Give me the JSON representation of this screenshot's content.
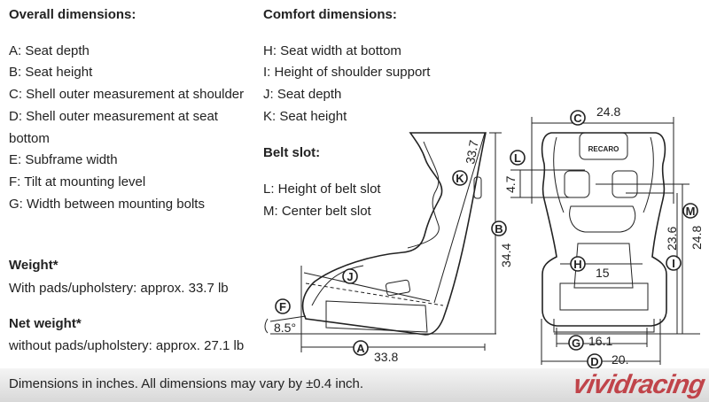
{
  "overall": {
    "heading": "Overall dimensions:",
    "items": [
      "A: Seat depth",
      "B: Seat height",
      "C: Shell outer measurement at shoulder",
      "D: Shell outer measurement at seat",
      "bottom",
      "E: Subframe width",
      "F: Tilt at mounting level",
      "G: Width between mounting bolts"
    ]
  },
  "comfort": {
    "heading": "Comfort dimensions:",
    "items": [
      "H: Seat width at bottom",
      "I: Height of shoulder support",
      "J: Seat depth",
      "K: Seat height"
    ]
  },
  "belt_slot": {
    "heading": "Belt slot:",
    "items": [
      "L: Height of belt slot",
      "M: Center belt slot"
    ]
  },
  "weight": {
    "heading": "Weight*",
    "text": "With pads/upholstery: approx. 33.7 lb"
  },
  "net_weight": {
    "heading": "Net weight*",
    "text": "without pads/upholstery: approx. 27.1 lb"
  },
  "diagram": {
    "seat_logo": "RECARO",
    "labels": {
      "A": "A",
      "B": "B",
      "C": "C",
      "D": "D",
      "F": "F",
      "G": "G",
      "H": "H",
      "I": "I",
      "J": "J",
      "K": "K",
      "L": "L",
      "M": "M"
    },
    "values": {
      "A": "33.8",
      "B": "34.4",
      "K": "33.7",
      "F": "8.5°",
      "C": "24.8",
      "L": "4.7",
      "H": "15",
      "I": "23.6",
      "M": "24.8",
      "G": "16.1",
      "D": "20."
    }
  },
  "footer": {
    "note": "Dimensions in inches. All dimensions may vary by ±0.4 inch.",
    "watermark": "vividracing"
  }
}
